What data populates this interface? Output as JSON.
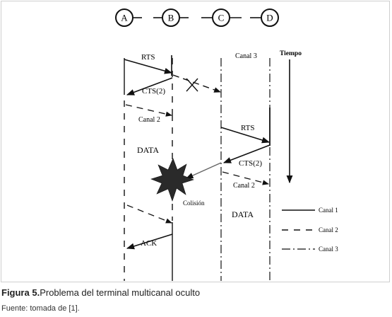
{
  "figure": {
    "nodes": [
      "A",
      "B",
      "C",
      "D"
    ],
    "legend": {
      "channel1": "Canal 1",
      "channel2": "Canal 2",
      "channel3": "Canal 3"
    },
    "labels": {
      "time": "Tiempo",
      "channel3_top": "Canal 3",
      "rts_a": "RTS",
      "cts_b": "CTS(2)",
      "channel2_b": "Canal 2",
      "data_a": "DATA",
      "rts_d": "RTS",
      "cts_c": "CTS(2)",
      "channel2_c": "Canal 2",
      "collision": "Colisión",
      "data_c": "DATA",
      "ack": "ACK"
    }
  },
  "caption": {
    "label": "Figura 5.",
    "text": "Problema del terminal multicanal oculto"
  },
  "source": "Fuente: tomada de [1]."
}
